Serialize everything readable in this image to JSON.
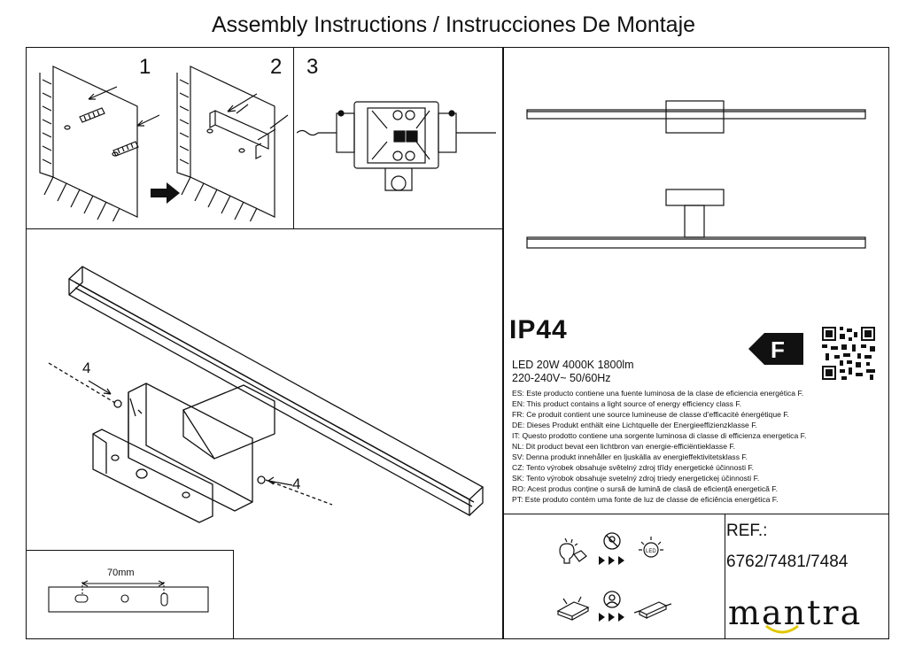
{
  "title": "Assembly Instructions / Instrucciones De Montaje",
  "steps": {
    "s1": "1",
    "s2": "2",
    "s3": "3"
  },
  "callouts": {
    "screw_top": "4",
    "screw_bottom": "4"
  },
  "dimension": "70mm",
  "ip_rating": "IP44",
  "specs": {
    "line1": "LED 20W 4000K 1800lm",
    "line2": "220-240V~  50/60Hz"
  },
  "energy_class": "F",
  "languages": [
    "ES: Este producto contiene una fuente luminosa de la clase de eficiencia energética F.",
    "EN: This product contains a light source of energy efficiency class F.",
    "FR: Ce produit contient une source lumineuse de classe d'efficacité énergétique F.",
    "DE: Dieses Produkt enthält eine Lichtquelle der Energieeffizienzklasse F.",
    "IT: Questo prodotto contiene una sorgente luminosa di classe di efficienza energetica F.",
    "NL: Dit product bevat een lichtbron van energie-efficiëntieklasse F.",
    "SV: Denna produkt innehåller en ljuskälla av energieffektivitetsklass F.",
    "CZ: Tento výrobek obsahuje světelný zdroj třídy energetické účinnosti F.",
    "SK: Tento výrobok obsahuje svetelný zdroj triedy energetickej účinnosti F.",
    "RO: Acest produs conține o sursă de lumină de clasă de eficiență energetică F.",
    "PT: Este produto contém uma fonte de luz de classe de eficiência energética F."
  ],
  "ref_label": "REF.:",
  "ref_codes": "6762/7481/7484",
  "brand": "mantra",
  "icon_names": [
    "bulb-broken-icon",
    "no-tools-icon",
    "led-icon",
    "box-broken-icon",
    "technician-icon",
    "driver-icon"
  ]
}
